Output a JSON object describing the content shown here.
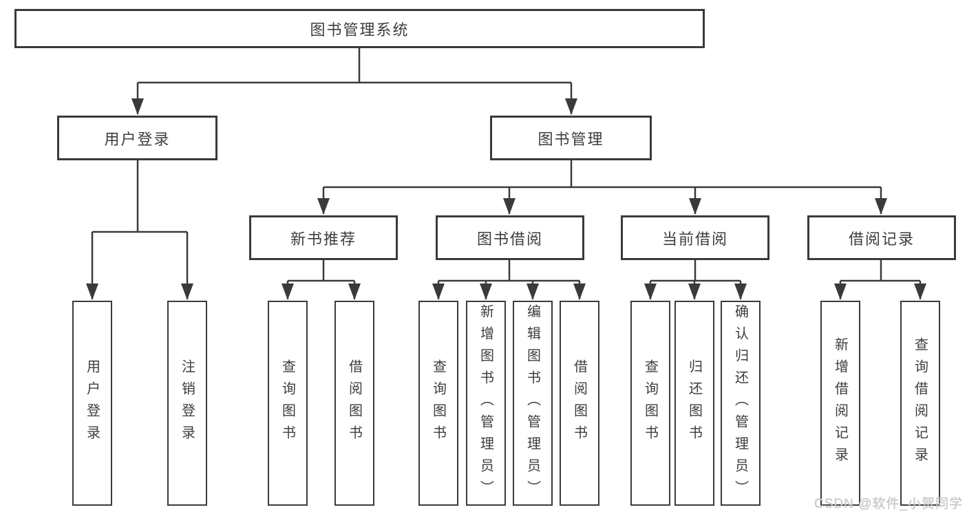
{
  "diagram": {
    "root": {
      "label": "图书管理系统"
    },
    "level2": [
      {
        "label": "用户登录"
      },
      {
        "label": "图书管理"
      }
    ],
    "level3": [
      {
        "label": "新书推荐"
      },
      {
        "label": "图书借阅"
      },
      {
        "label": "当前借阅"
      },
      {
        "label": "借阅记录"
      }
    ],
    "leaves": {
      "user_login": [
        {
          "label": "用户登录"
        },
        {
          "label": "注销登录"
        }
      ],
      "new_book_recommend": [
        {
          "label": "查询图书"
        },
        {
          "label": "借阅图书"
        }
      ],
      "book_borrowing": [
        {
          "label": "查询图书"
        },
        {
          "label": "新增图书（管理员）"
        },
        {
          "label": "编辑图书（管理员）"
        },
        {
          "label": "借阅图书"
        }
      ],
      "current_borrowing": [
        {
          "label": "查询图书"
        },
        {
          "label": "归还图书"
        },
        {
          "label": "确认归还（管理员）"
        }
      ],
      "borrow_records": [
        {
          "label": "新增借阅记录"
        },
        {
          "label": "查询借阅记录"
        }
      ]
    }
  },
  "watermark": "CSDN @软件_小贺同学",
  "colors": {
    "line": "#3a3a3a",
    "text": "#3d3d3d",
    "watermark": "#c9cccf",
    "background": "#ffffff"
  }
}
